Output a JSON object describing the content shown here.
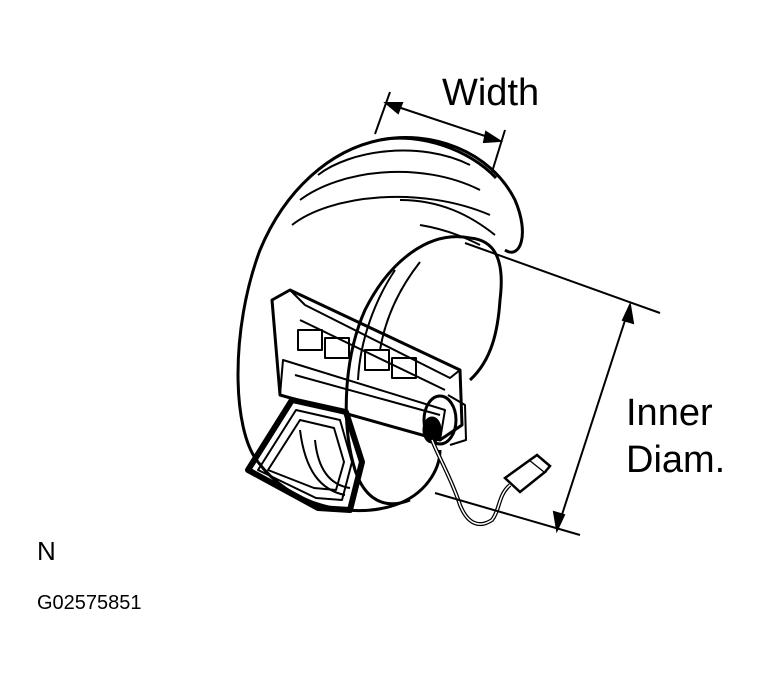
{
  "labels": {
    "width": "Width",
    "inner_line1": "Inner",
    "inner_line2": "Diam.",
    "corner_letter": "N",
    "figure_code": "G02575851"
  }
}
